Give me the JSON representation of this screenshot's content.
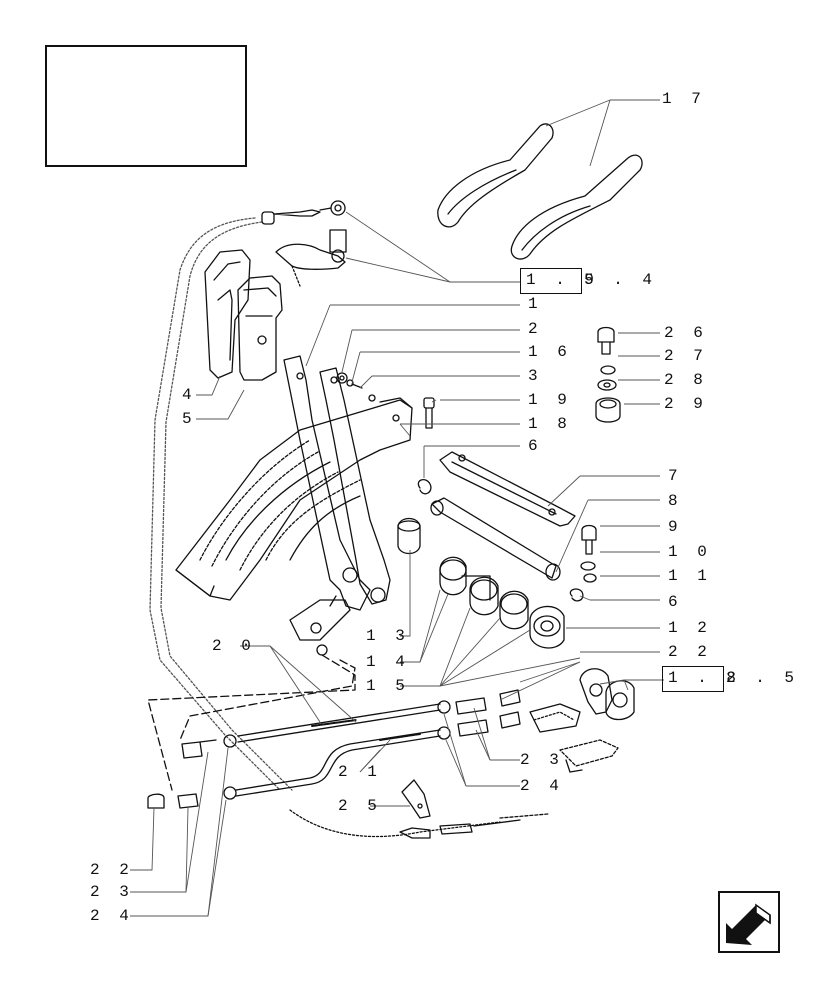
{
  "callouts": [
    {
      "id": "c1",
      "text": "1"
    },
    {
      "id": "c2",
      "text": "2"
    },
    {
      "id": "c16",
      "text": "1 6"
    },
    {
      "id": "c3",
      "text": "3"
    },
    {
      "id": "c19",
      "text": "1 9"
    },
    {
      "id": "c18",
      "text": "1 8"
    },
    {
      "id": "c6a",
      "text": "6"
    },
    {
      "id": "c7",
      "text": "7"
    },
    {
      "id": "c8",
      "text": "8"
    },
    {
      "id": "c9",
      "text": "9"
    },
    {
      "id": "c10",
      "text": "1 0"
    },
    {
      "id": "c11",
      "text": "1 1"
    },
    {
      "id": "c6b",
      "text": "6"
    },
    {
      "id": "c12",
      "text": "1 2"
    },
    {
      "id": "c22a",
      "text": "2 2"
    },
    {
      "id": "c13",
      "text": "1 3"
    },
    {
      "id": "c14",
      "text": "1 4"
    },
    {
      "id": "c15",
      "text": "1 5"
    },
    {
      "id": "c20",
      "text": "2 0"
    },
    {
      "id": "c21",
      "text": "2 1"
    },
    {
      "id": "c23a",
      "text": "2 3"
    },
    {
      "id": "c24a",
      "text": "2 4"
    },
    {
      "id": "c25",
      "text": "2 5"
    },
    {
      "id": "c22b",
      "text": "2 2"
    },
    {
      "id": "c23b",
      "text": "2 3"
    },
    {
      "id": "c24b",
      "text": "2 4"
    },
    {
      "id": "c17",
      "text": "1 7"
    },
    {
      "id": "c26",
      "text": "2 6"
    },
    {
      "id": "c27",
      "text": "2 7"
    },
    {
      "id": "c28",
      "text": "2 8"
    },
    {
      "id": "c29",
      "text": "2 9"
    },
    {
      "id": "c4",
      "text": "4"
    },
    {
      "id": "c5",
      "text": "5"
    }
  ],
  "refs": {
    "ref_a": {
      "boxed": "1 . 9",
      "rest": "5 . 4"
    },
    "ref_b": {
      "boxed": "1 . 8",
      "rest": "2 . 5"
    }
  },
  "thumbnail": {
    "icon": "tractor-cab-location-icon"
  },
  "nav": {
    "icon": "previous-page-arrow-icon"
  },
  "colors": {
    "ink": "#111111",
    "paper": "#ffffff",
    "leader": "#555555"
  }
}
